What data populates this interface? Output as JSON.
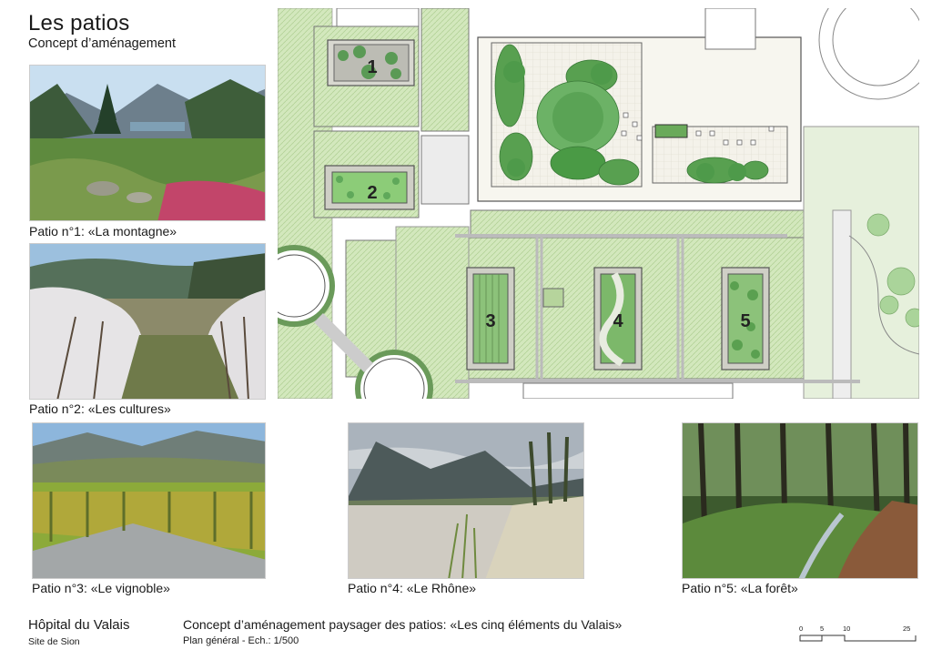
{
  "header": {
    "title": "Les patios",
    "subtitle": "Concept d’aménagement"
  },
  "patios": [
    {
      "caption": "Patio n°1: «La montagne»",
      "number": "1"
    },
    {
      "caption": "Patio n°2: «Les cultures»",
      "number": "2"
    },
    {
      "caption": "Patio n°3: «Le vignoble»",
      "number": "3"
    },
    {
      "caption": "Patio n°4: «Le Rhône»",
      "number": "4"
    },
    {
      "caption": "Patio n°5: «La forêt»",
      "number": "5"
    }
  ],
  "footer": {
    "institution": "Hôpital du Valais",
    "site": "Site de Sion",
    "project_title": "Concept d’aménagement paysager des patios: «Les cinq éléments du Valais»",
    "plan_info": "Plan général - Ech.: 1/500",
    "scale_labels": [
      "0",
      "5",
      "10",
      "25"
    ]
  },
  "colors": {
    "grass": "#cfe6b5",
    "grass_line": "#a9cc8c",
    "tree_dark": "#4e9a4a",
    "tree_light": "#8cc77a",
    "paving": "#f1eee0"
  }
}
